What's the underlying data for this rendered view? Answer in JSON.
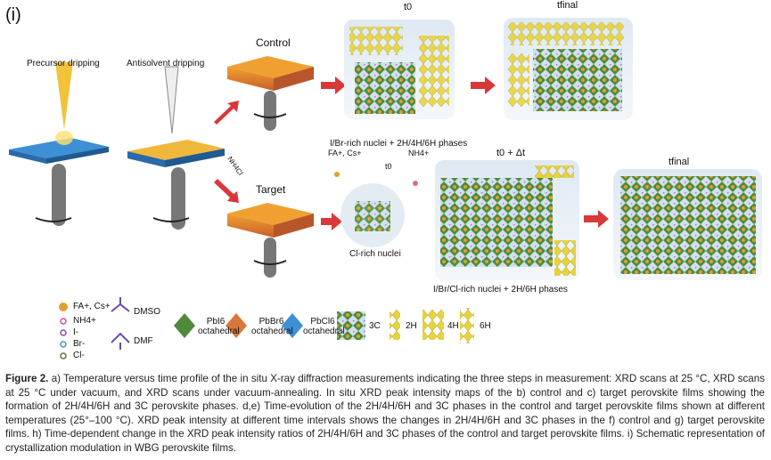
{
  "panel_label": "(i)",
  "labels": {
    "precursor": "Precursor dripping",
    "antisolvent": "Antisolvent dripping",
    "control": "Control",
    "target": "Target",
    "nh4cl": "NH4Cl",
    "t0_top": "t0",
    "tfinal_top": "tfinal",
    "control_phases": "I/Br-rich nuclei + 2H/4H/6H phases",
    "fa_cs": "FA+, Cs+",
    "t0_circle": "t0",
    "nh4": "NH4+",
    "cl_nuclei": "Cl-rich nuclei",
    "t0_dt": "t0 + Δt",
    "tfinal_bottom": "tfinal",
    "target_phases": "I/Br/Cl-rich nuclei + 2H/6H phases"
  },
  "legend": {
    "ions": [
      "FA+, Cs+",
      "NH4+",
      "I-",
      "Br-",
      "Cl-"
    ],
    "solvents": [
      "DMSO",
      "DMF"
    ],
    "octahedra": [
      "PbI6 octahedral",
      "PbBr6 octahedral",
      "PbCl6 octahedral"
    ],
    "phases": [
      "3C",
      "2H",
      "4H",
      "6H"
    ]
  },
  "caption": {
    "title": "Figure 2.",
    "text": "a) Temperature versus time profile of the in situ X-ray diffraction measurements indicating the three steps in measurement: XRD scans at 25 °C, XRD scans at 25 °C under vacuum, and XRD scans under vacuum-annealing. In situ XRD peak intensity maps of the b) control and c) target perovskite films showing the formation of 2H/4H/6H and 3C perovskite phases. d,e) Time-evolution of the 2H/4H/6H and 3C phases in the control and target perovskite films shown at different temperatures (25°–100 °C). XRD peak intensity at different time intervals shows the changes in 2H/4H/6H and 3C phases in the f) control and g) target perovskite films. h) Time-dependent change in the XRD peak intensity ratios of 2H/4H/6H and 3C phases of the control and target perovskite films. i) Schematic representation of crystallization modulation in WBG perovskite films."
  },
  "colors": {
    "substrate": "#3d8fd6",
    "film": "#e08a2a",
    "arrow": "#d9383a",
    "yellow": "#e8d43a",
    "green": "#4f8a3c"
  }
}
